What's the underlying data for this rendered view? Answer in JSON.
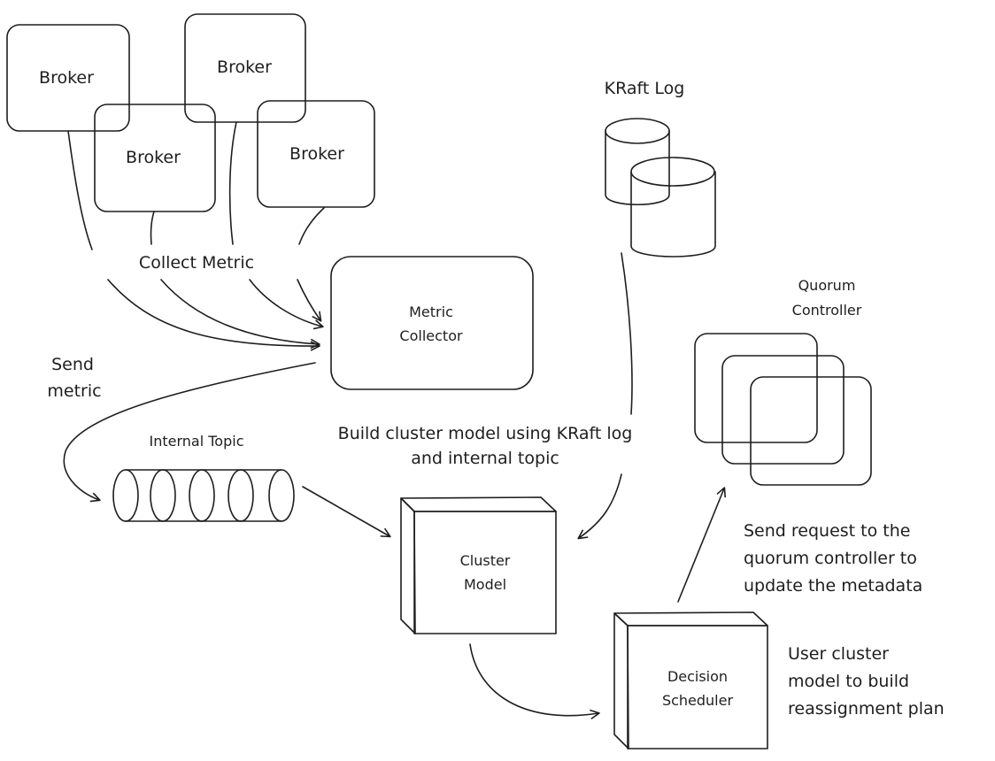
{
  "diagram": {
    "brokers": [
      {
        "label": "Broker"
      },
      {
        "label": "Broker"
      },
      {
        "label": "Broker"
      },
      {
        "label": "Broker"
      }
    ],
    "collect_metric_label": "Collect Metric",
    "metric_collector": {
      "line1": "Metric",
      "line2": "Collector",
      "fill": "#f3effc"
    },
    "send_metric_label": {
      "line1": "Send",
      "line2": "metric"
    },
    "internal_topic_label": "Internal Topic",
    "kraft_log_label": "KRaft Log",
    "build_label": {
      "line1": "Build cluster model using KRaft log",
      "line2": "and internal topic"
    },
    "cluster_model": {
      "line1": "Cluster",
      "line2": "Model",
      "fill": "#4ef2f4",
      "side_fill": "#3ee3e6"
    },
    "quorum_controller_label": {
      "line1": "Quorum",
      "line2": "Controller"
    },
    "quorum_fill": "#cdeef4",
    "send_request_label": {
      "line1": "Send request to the",
      "line2": "quorum controller to",
      "line3": "update the metadata"
    },
    "decision_scheduler": {
      "line1": "Decision",
      "line2": "Scheduler",
      "fill": "#fdf1cd",
      "side_fill": "#efe0b8"
    },
    "user_cluster_label": {
      "line1": "User cluster",
      "line2": "model to build",
      "line3": "reassignment plan"
    },
    "broker_fill": "#eceef2"
  }
}
